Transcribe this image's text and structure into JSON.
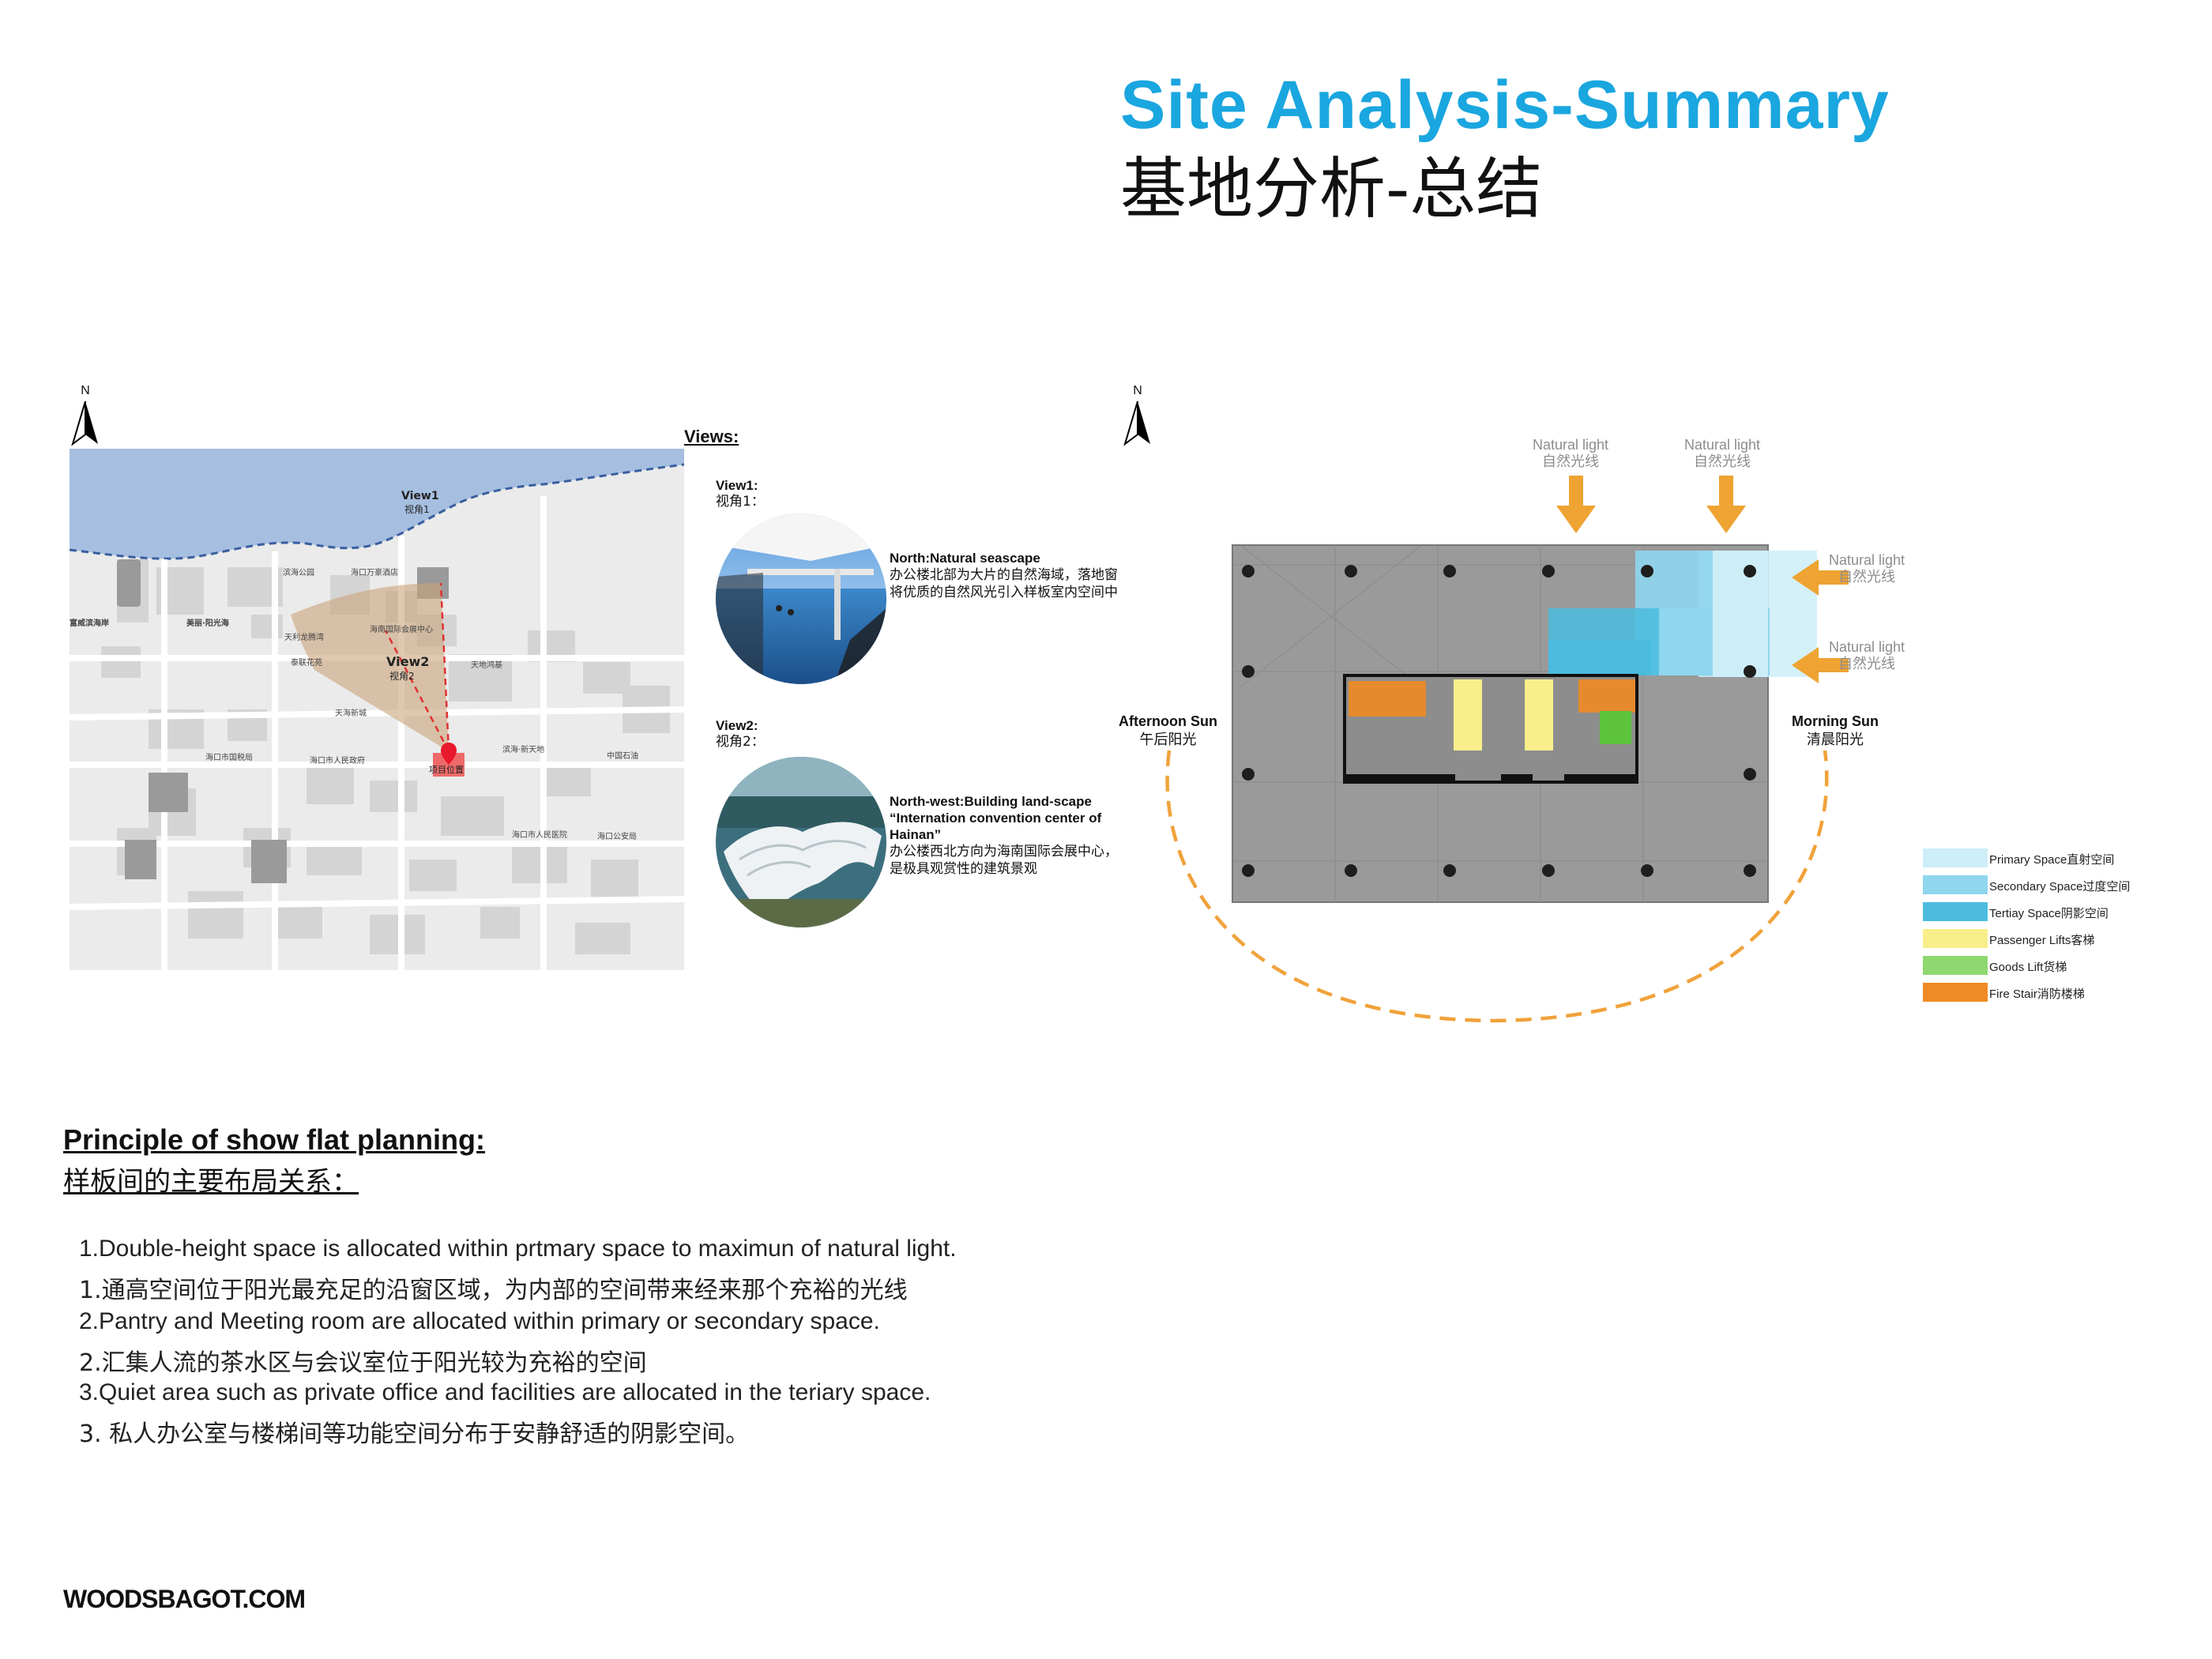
{
  "title": {
    "en": "Site Analysis-Summary",
    "cn": "基地分析-总结"
  },
  "north_label": "N",
  "map": {
    "labels": {
      "view1": {
        "en": "View1",
        "cn": "视角1"
      },
      "view2": {
        "en": "View2",
        "cn": "视角2"
      },
      "site": "项目位置",
      "convention": "海南国际会展中心",
      "meilan": "美丽·阳光海",
      "west": "富威滨海岸",
      "p1": "滨海公园",
      "p2": "海口万豪酒店",
      "p3": "天利龙腾湾",
      "p4": "泰联花苑",
      "p5": "海口市国税局",
      "p6": "海口市人民政府",
      "p7": "天地鸿基",
      "p8": "天海新城",
      "p9": "滨海·新天地",
      "p10": "海口市人民医院",
      "p11": "海口公安局",
      "p12": "中国石油"
    }
  },
  "views": {
    "heading": "Views:",
    "v1": {
      "label_en": "View1:",
      "label_cn": "视角1：",
      "title": "North:Natural seascape",
      "desc": "办公楼北部为大片的自然海域，落地窗将优质的自然风光引入样板室内空间中"
    },
    "v2": {
      "label_en": "View2:",
      "label_cn": "视角2：",
      "title": "North-west:Building land-scape",
      "subtitle": "“Internation convention center of Hainan”",
      "desc": "办公楼西北方向为海南国际会展中心，是极具观赏性的建筑景观"
    }
  },
  "plan": {
    "natural_light": {
      "en": "Natural light",
      "cn": "自然光线"
    },
    "afternoon": {
      "en": "Afternoon Sun",
      "cn": "午后阳光"
    },
    "morning": {
      "en": "Morning Sun",
      "cn": "清晨阳光"
    },
    "legend": [
      {
        "label": "Primary Space直射空间",
        "color": "#cdeef8"
      },
      {
        "label": "Secondary Space过度空间",
        "color": "#8fd6ee"
      },
      {
        "label": "Tertiay Space阴影空间",
        "color": "#4bbcde"
      },
      {
        "label": "Passenger Lifts客梯",
        "color": "#f9ee8a"
      },
      {
        "label": "Goods Lift货梯",
        "color": "#8ed86f"
      },
      {
        "label": "Fire Stair消防楼梯",
        "color": "#f08a24"
      }
    ],
    "colors": {
      "sun_arc": "#f0a23a",
      "arrow": "#eea332",
      "floor": "#9a9a9a"
    }
  },
  "principle": {
    "heading_en": "Principle of show flat planning:",
    "heading_cn": "样板间的主要布局关系：",
    "items": [
      "1.Double-height space is allocated within prtmary space to maximun of natural light.",
      "1.通高空间位于阳光最充足的沿窗区域，为内部的空间带来经来那个充裕的光线",
      "2.Pantry and Meeting room are allocated within primary or secondary space.",
      "2.汇集人流的茶水区与会议室位于阳光较为充裕的空间",
      "3.Quiet area such as private office and facilities are allocated in the teriary space.",
      "3. 私人办公室与楼梯间等功能空间分布于安静舒适的阴影空间。"
    ]
  },
  "footer": "WOODSBAGOT.COM"
}
